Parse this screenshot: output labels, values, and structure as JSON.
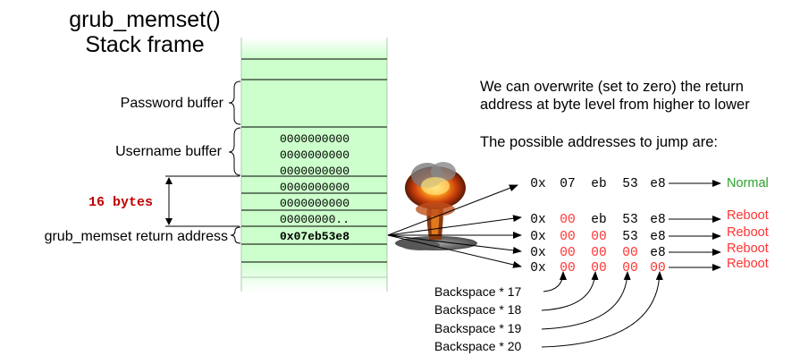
{
  "title": {
    "line1": "grub_memset()",
    "line2": "Stack frame"
  },
  "labels": {
    "password": "Password buffer",
    "username": "Username buffer",
    "bytes16": "16 bytes",
    "return_addr": "grub_memset return address"
  },
  "stack": {
    "row_a": "0000000000",
    "row_b": "0000000000",
    "row_c": "0000000000",
    "row_d": "0000000000",
    "row_e": "0000000000",
    "row_f": "00000000..",
    "return_value": "0x07eb53e8"
  },
  "description": {
    "line1": "We can overwrite (set to zero) the return",
    "line2": "address at byte level from higher to lower",
    "line3": "The possible addresses to jump are:"
  },
  "addresses": [
    {
      "prefix": "0x",
      "b1": "07",
      "b2": "eb",
      "b3": "53",
      "b4": "e8",
      "zeroed": 0,
      "result": "Normal"
    },
    {
      "prefix": "0x",
      "b1": "00",
      "b2": "eb",
      "b3": "53",
      "b4": "e8",
      "zeroed": 1,
      "result": "Reboot"
    },
    {
      "prefix": "0x",
      "b1": "00",
      "b2": "00",
      "b3": "53",
      "b4": "e8",
      "zeroed": 2,
      "result": "Reboot"
    },
    {
      "prefix": "0x",
      "b1": "00",
      "b2": "00",
      "b3": "00",
      "b4": "e8",
      "zeroed": 3,
      "result": "Reboot"
    },
    {
      "prefix": "0x",
      "b1": "00",
      "b2": "00",
      "b3": "00",
      "b4": "00",
      "zeroed": 4,
      "result": "Reboot"
    }
  ],
  "backspace": {
    "b17": "Backspace * 17",
    "b18": "Backspace * 18",
    "b19": "Backspace * 19",
    "b20": "Backspace * 20"
  },
  "icons": {
    "explosion": "explosion-icon"
  },
  "colors": {
    "stack_fill": "#ccffcc",
    "zero_byte": "#ff3333",
    "normal": "#2ca02c",
    "reboot": "#ff3333",
    "bytes16": "#c00000"
  }
}
